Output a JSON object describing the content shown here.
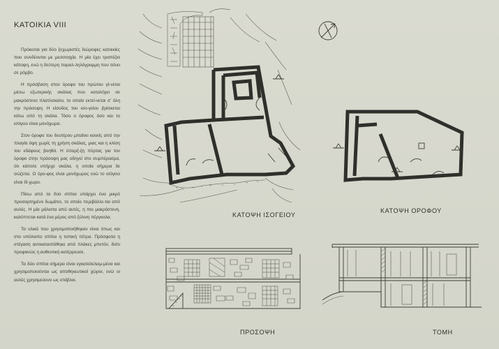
{
  "title": "ΚΑΤΟΙΚΙΑ VIII",
  "paragraphs": [
    "Πρόκειται για δύο ξεχωριστές διώροφες κατοικίες που συνδέονται με μεσοτοιχία. Η μία έχει τραπέζια κάτοψη, ενώ η δεύτερη παραλ-ληλόγραμμη που τείνει σε ρόμβο.",
    "Η πρόσβαση στον όροφο του πρώτου γί-νεται μέσω εξωτερικής σκάλας που καταλήγει σε μακρόστενο πλατύσκαλο, το οποίο εκτεί-νεται σ' όλη την πρόσοψη. Η είσοδος του ισο-γείου βρίσκεται κάτω από τη σκάλα. Τόσο ο όροφος όσο και το ισόγειο είναι μονόχωρα.",
    "Στον όροφο του δευτέρου μπαίνει κανείς από την πλαγία όψη χωρίς τη χρήση σκάλας, μιας και η κλίση του εδάφους βοηθά. Η ύπαρξ-ξη πόρτας για τον όροφο στην πρόσοψη μας οδηγεί στο συμπέρασμα, ότι κάποτε υπήρχε σκάλα, η οποία σήμερα δε σώζεται. Ο όρο-φος είναι μονόχωρος ενώ το ισόγειο είναι δί-χωρο.",
    "Πίσω από τα δύο σπίτια υπάρχει ένα μικρό προσαρτημένο δωμάτιο, το οποίο περιβάλλε-ται από αυλές. Η μία μάλιστα από αυτές, η πιο μακρόστενη, καλύπτεται κατά ένα μέρος από ξύλινη πέργκολα.",
    "Τα υλικά που χρησιμοποιήθηκαν είναι όπως και στο υπόλοιπο σπίτια η τοπική πέτρα. Πρόσφατα η στέγαση αντικαταστάθηκε από πλάκες μπετόν, διότι προφανώς η αυθεντική κατέρρευσε.",
    "Τα δύο σπίτια σήμερα είναι εγκαταλελειμ-μένα και χρησιμοποιούνται ως αποθηκευτικοί χώροι, ενώ οι αυλές χρησιμεύουν ως στάβλοι."
  ],
  "labels": {
    "ground_plan": "ΚΑΤΟΨΗ ΙΣΟΓΕΙΟΥ",
    "upper_plan": "ΚΑΤΟΨΗ ΟΡΟΦΟΥ",
    "facade": "ΠΡΟΣΟΨΗ",
    "section": "ΤΟΜΗ"
  },
  "colors": {
    "paper": "#d7d8cd",
    "ink": "#2f302b"
  },
  "icons": {
    "north": "north-arrow-icon"
  }
}
